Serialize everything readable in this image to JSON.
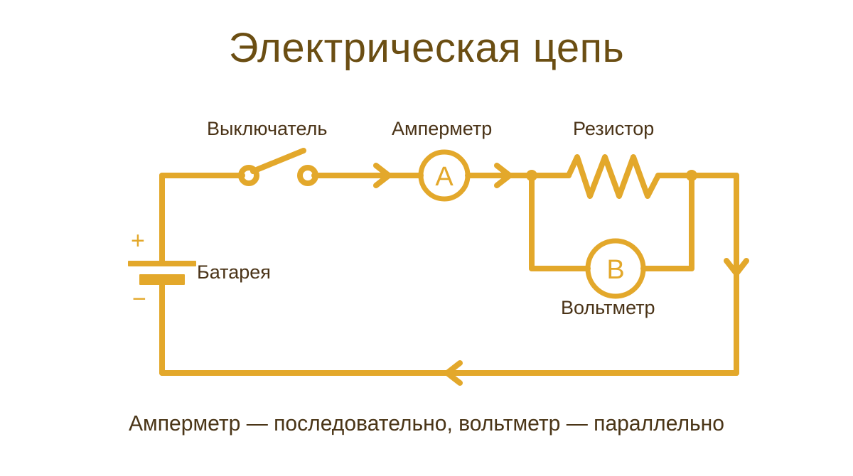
{
  "title": "Электрическая цепь",
  "caption": "Амперметр — последовательно, вольтметр — параллельно",
  "colors": {
    "wire": "#e3a82b",
    "wire_dark": "#d99a22",
    "title_text": "#6b4e13",
    "label_text": "#4a3317",
    "caption_text": "#4a3517",
    "background": "#ffffff"
  },
  "components": {
    "switch": {
      "label": "Выключатель",
      "symbol": "open-switch"
    },
    "ammeter": {
      "label": "Амперметр",
      "symbol": "circle-meter",
      "letter": "A"
    },
    "resistor": {
      "label": "Резистор",
      "symbol": "zigzag"
    },
    "voltmeter": {
      "label": "Вольтметр",
      "symbol": "circle-meter",
      "letter": "В"
    },
    "battery": {
      "label": "Батарея",
      "symbol": "cell",
      "plus_sign": "+",
      "minus_sign": "−"
    }
  },
  "current_arrows": [
    {
      "name": "arrow-to-ammeter",
      "direction": "right"
    },
    {
      "name": "arrow-to-resistor",
      "direction": "right"
    },
    {
      "name": "arrow-right-branch",
      "direction": "down"
    },
    {
      "name": "arrow-return-bottom",
      "direction": "left"
    }
  ]
}
